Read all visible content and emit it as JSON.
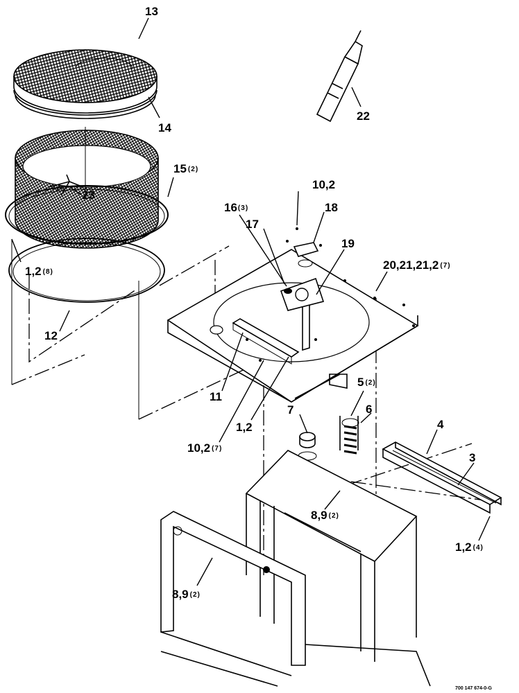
{
  "diagram": {
    "figure_number": "700 147 674-0-G",
    "callouts": [
      {
        "id": "c13",
        "text": "13",
        "qty": ""
      },
      {
        "id": "c14",
        "text": "14",
        "qty": ""
      },
      {
        "id": "c22",
        "text": "22",
        "qty": ""
      },
      {
        "id": "c15",
        "text": "15",
        "qty": "(2)"
      },
      {
        "id": "c23",
        "text": "23",
        "qty": ""
      },
      {
        "id": "c10a",
        "text": "10,2",
        "qty": ""
      },
      {
        "id": "c16",
        "text": "16",
        "qty": "(3)"
      },
      {
        "id": "c18",
        "text": "18",
        "qty": ""
      },
      {
        "id": "c17",
        "text": "17",
        "qty": ""
      },
      {
        "id": "c19",
        "text": "19",
        "qty": ""
      },
      {
        "id": "c20",
        "text": "20,21,21,2",
        "qty": "(7)"
      },
      {
        "id": "c1a",
        "text": "1,2",
        "qty": "(8)"
      },
      {
        "id": "c12",
        "text": "12",
        "qty": ""
      },
      {
        "id": "c11",
        "text": "11",
        "qty": ""
      },
      {
        "id": "c1b",
        "text": "1,2",
        "qty": ""
      },
      {
        "id": "c10b",
        "text": "10,2",
        "qty": "(7)"
      },
      {
        "id": "c5",
        "text": "5",
        "qty": "(2)"
      },
      {
        "id": "c6",
        "text": "6",
        "qty": ""
      },
      {
        "id": "c7",
        "text": "7",
        "qty": ""
      },
      {
        "id": "c4",
        "text": "4",
        "qty": ""
      },
      {
        "id": "c3",
        "text": "3",
        "qty": ""
      },
      {
        "id": "c8a",
        "text": "8,9",
        "qty": "(2)"
      },
      {
        "id": "c1c",
        "text": "1,2",
        "qty": "(4)"
      },
      {
        "id": "c8b",
        "text": "8,9",
        "qty": "(2)"
      }
    ]
  }
}
